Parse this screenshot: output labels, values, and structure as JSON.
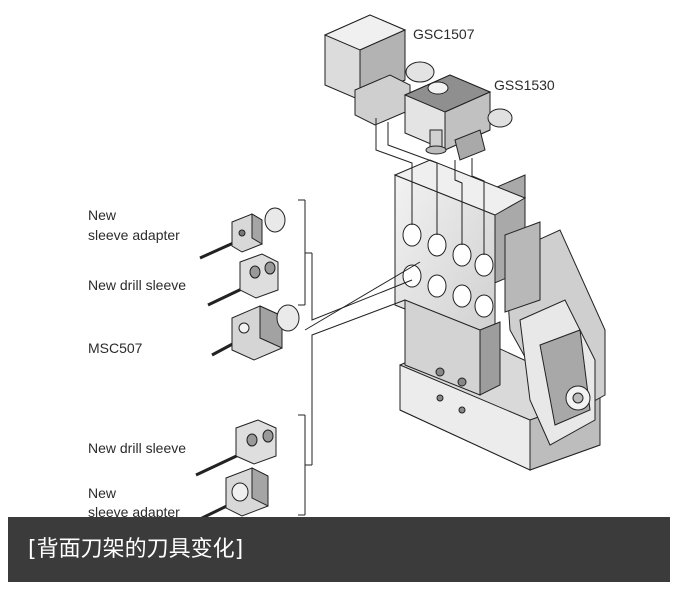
{
  "labels": {
    "gsc": "GSC1507",
    "gss": "GSS1530",
    "new_sleeve_adapter_1": [
      "New",
      "sleeve adapter"
    ],
    "new_drill_sleeve_1": "New drill sleeve",
    "msc": "MSC507",
    "new_drill_sleeve_2": "New drill sleeve",
    "new_sleeve_adapter_2": [
      "New",
      "sleeve adapter"
    ]
  },
  "caption": "[背面刀架的刀具变化]",
  "colors": {
    "caption_bg": "#3b3b3b",
    "caption_text": "#ffffff",
    "metal_light": "#e6e6e6",
    "metal_mid": "#bdbdbd",
    "metal_dark": "#8f8f8f",
    "line": "#222222"
  }
}
